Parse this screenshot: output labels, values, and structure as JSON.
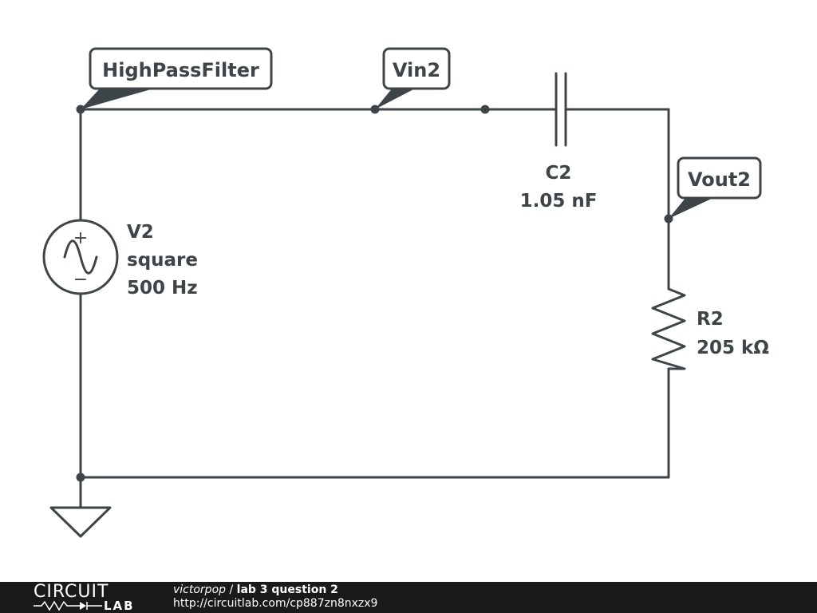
{
  "schematic": {
    "labels": {
      "highpass": "HighPassFilter",
      "vin": "Vin2",
      "vout": "Vout2"
    },
    "source": {
      "name": "V2",
      "type": "square",
      "freq": "500 Hz",
      "plus": "+",
      "minus": "−"
    },
    "capacitor": {
      "name": "C2",
      "value": "1.05 nF"
    },
    "resistor": {
      "name": "R2",
      "value": "205 kΩ"
    }
  },
  "footer": {
    "logo_top": "CIRCUIT",
    "logo_bottom": "LAB",
    "author": "victorpop",
    "separator": "/",
    "title": "lab 3 question 2",
    "url": "http://circuitlab.com/cp887zn8nxzx9"
  }
}
